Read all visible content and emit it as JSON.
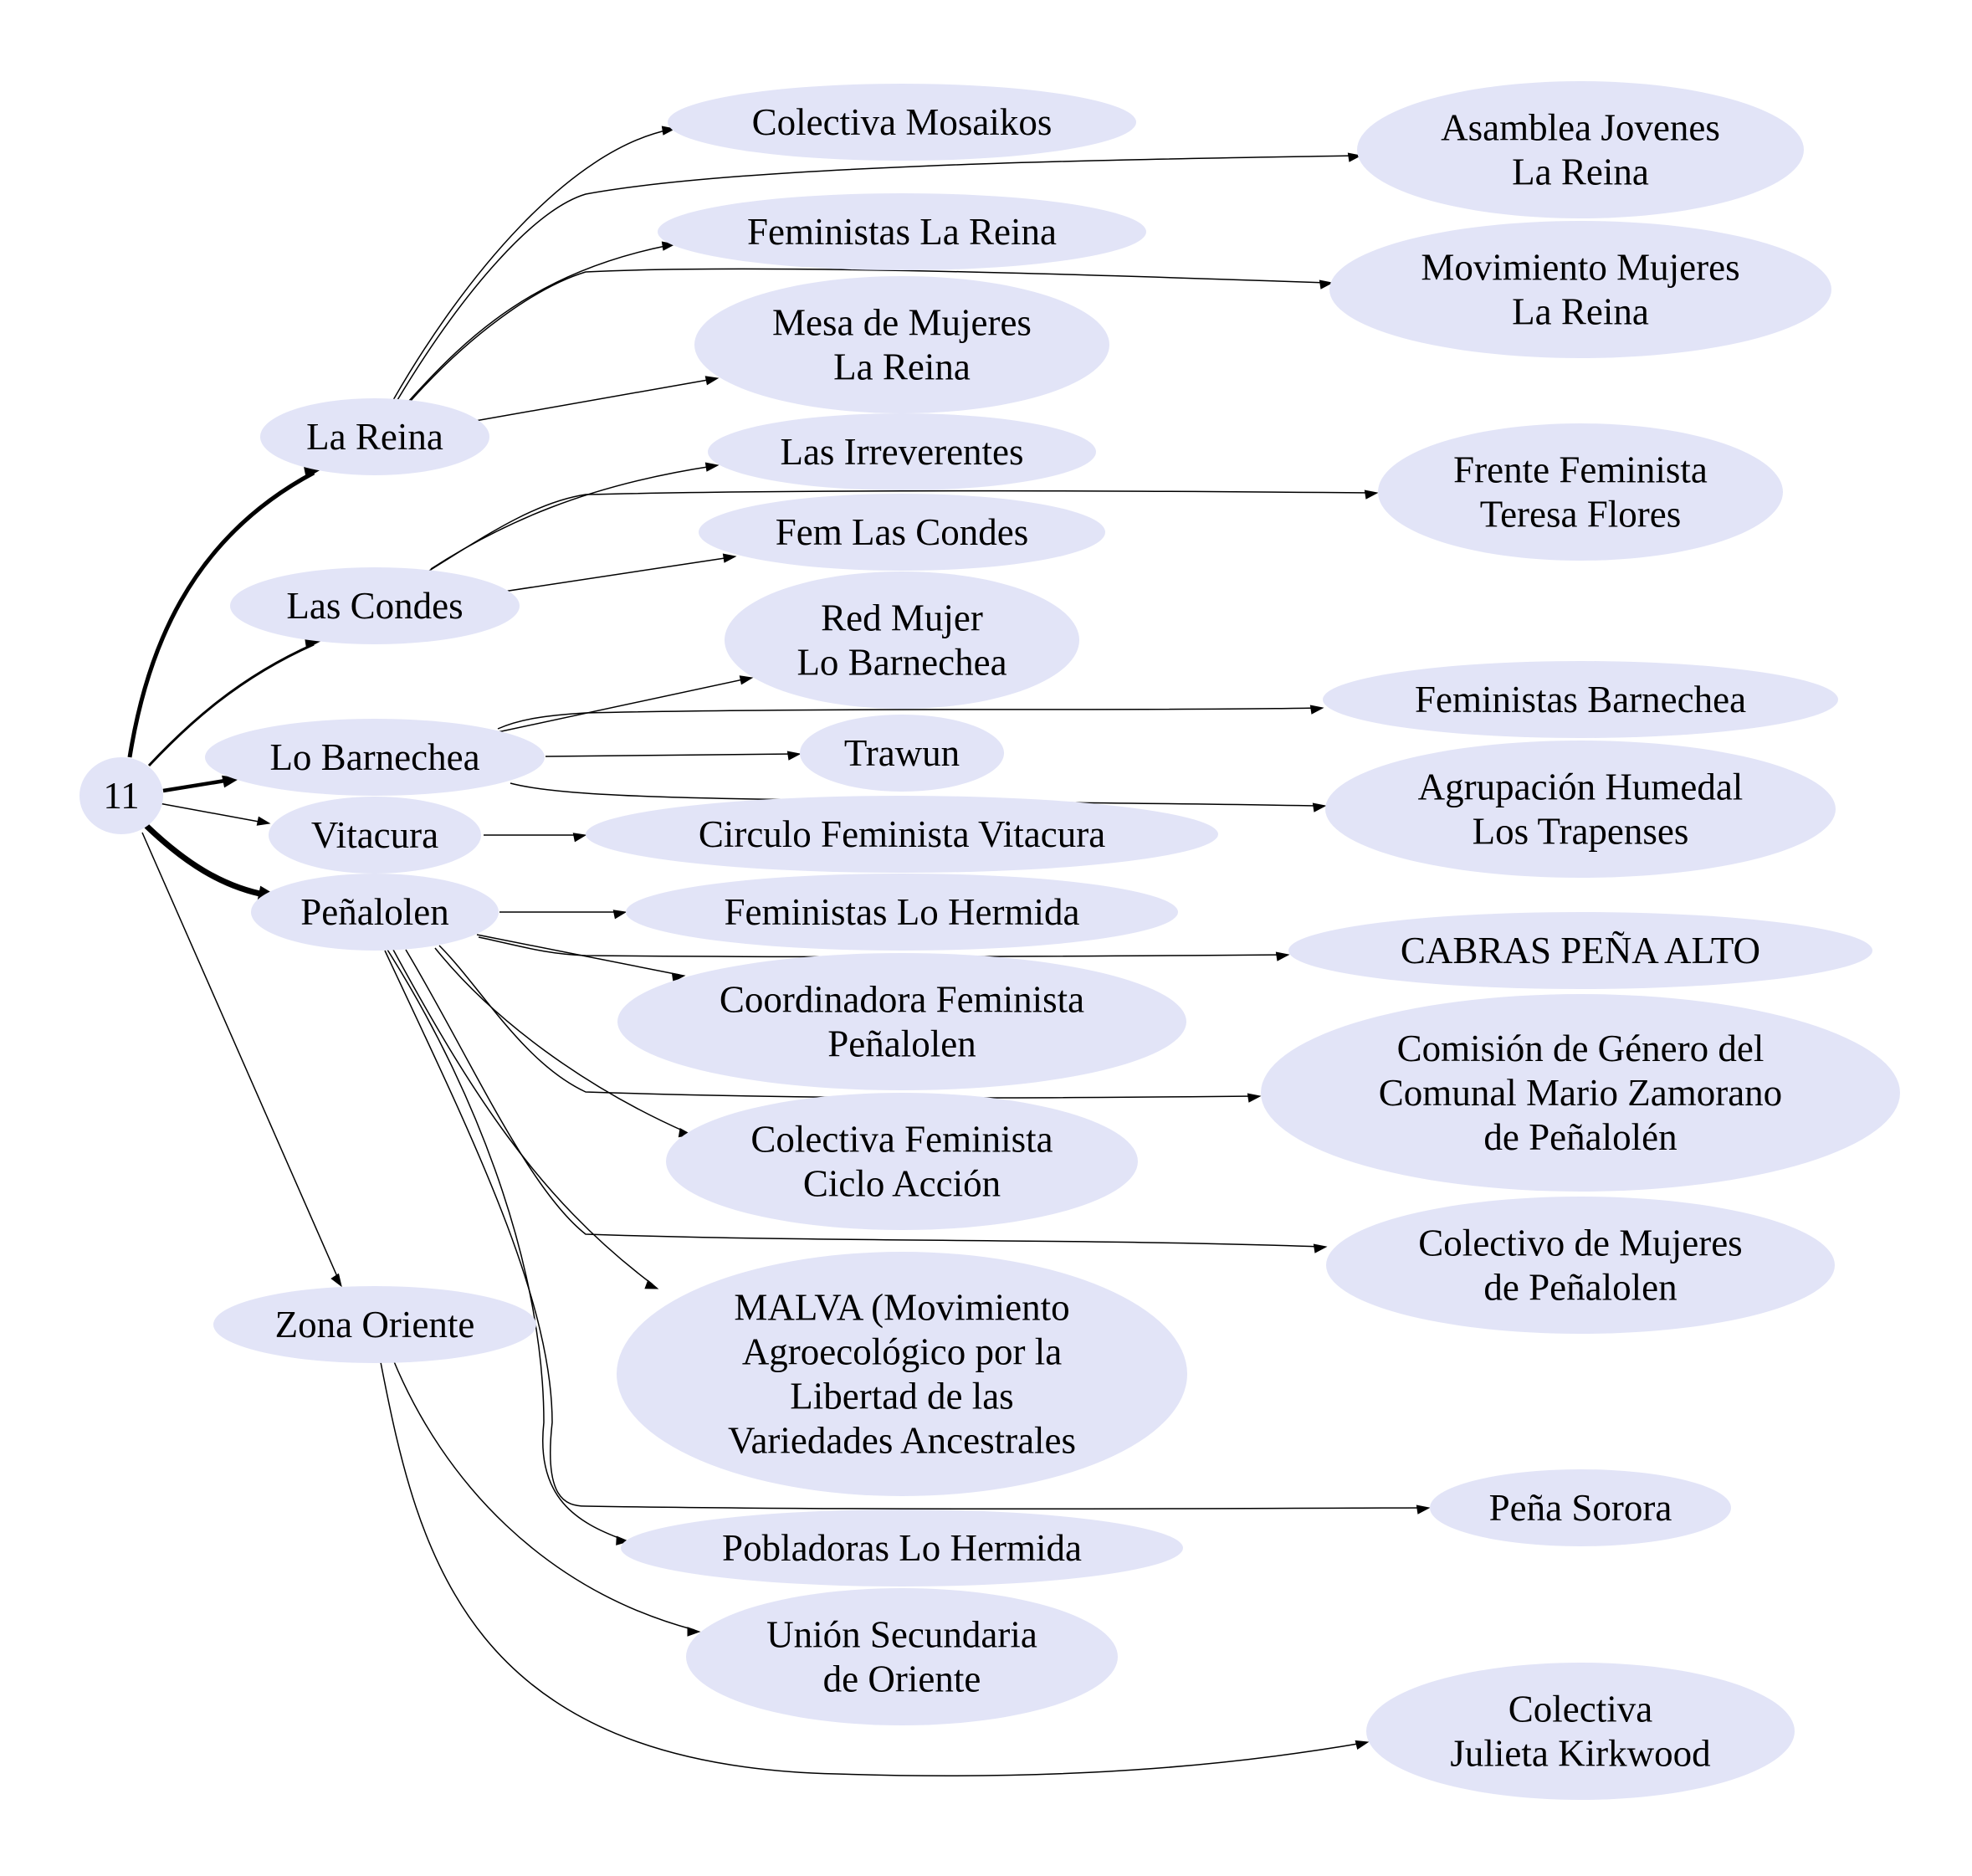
{
  "graph": {
    "node_color": "#e2e4f7",
    "edge_color": "#000000",
    "nodes": {
      "root": [
        "11"
      ],
      "la_reina": [
        "La Reina"
      ],
      "las_condes": [
        "Las Condes"
      ],
      "lo_barnechea": [
        "Lo Barnechea"
      ],
      "vitacura": [
        "Vitacura"
      ],
      "penalolen": [
        "Peñalolen"
      ],
      "zona_oriente": [
        "Zona Oriente"
      ],
      "colectiva_mosaikos": [
        "Colectiva Mosaikos"
      ],
      "asamblea_jovenes": [
        "Asamblea Jovenes",
        "La Reina"
      ],
      "feministas_la_reina": [
        "Feministas La Reina"
      ],
      "movimiento_mujeres": [
        "Movimiento Mujeres",
        "La Reina"
      ],
      "mesa_mujeres": [
        "Mesa de Mujeres",
        "La Reina"
      ],
      "las_irreverentes": [
        "Las Irreverentes"
      ],
      "frente_feminista": [
        "Frente Feminista",
        "Teresa Flores"
      ],
      "fem_las_condes": [
        "Fem Las Condes"
      ],
      "red_mujer": [
        "Red Mujer",
        "Lo Barnechea"
      ],
      "feministas_barnechea": [
        "Feministas Barnechea"
      ],
      "trawun": [
        "Trawun"
      ],
      "agrupacion_humedal": [
        "Agrupación Humedal",
        "Los Trapenses"
      ],
      "circulo_vitacura": [
        "Circulo Feminista Vitacura"
      ],
      "feministas_lo_hermida": [
        "Feministas Lo Hermida"
      ],
      "cabras": [
        "CABRAS PEÑA ALTO"
      ],
      "coordinadora": [
        "Coordinadora Feminista",
        "Peñalolen"
      ],
      "comision_genero": [
        "Comisión de Género del",
        "Comunal Mario Zamorano",
        "de Peñalolén"
      ],
      "colectiva_ciclo": [
        "Colectiva Feminista",
        "Ciclo Acción"
      ],
      "colectivo_mujeres": [
        "Colectivo de Mujeres",
        "de Peñalolen"
      ],
      "malva": [
        "MALVA (Movimiento",
        "Agroecológico por la",
        "Libertad de las",
        "Variedades Ancestrales"
      ],
      "pena_sorora": [
        "Peña Sorora"
      ],
      "pobladoras": [
        "Pobladoras Lo Hermida"
      ],
      "union_secundaria": [
        "Unión Secundaria",
        "de Oriente"
      ],
      "julieta": [
        "Colectiva",
        "Julieta Kirkwood"
      ]
    },
    "edges": [
      [
        "root",
        "la_reina"
      ],
      [
        "root",
        "las_condes"
      ],
      [
        "root",
        "lo_barnechea"
      ],
      [
        "root",
        "vitacura"
      ],
      [
        "root",
        "penalolen"
      ],
      [
        "root",
        "zona_oriente"
      ],
      [
        "la_reina",
        "colectiva_mosaikos"
      ],
      [
        "la_reina",
        "asamblea_jovenes"
      ],
      [
        "la_reina",
        "feministas_la_reina"
      ],
      [
        "la_reina",
        "movimiento_mujeres"
      ],
      [
        "la_reina",
        "mesa_mujeres"
      ],
      [
        "las_condes",
        "las_irreverentes"
      ],
      [
        "las_condes",
        "frente_feminista"
      ],
      [
        "las_condes",
        "fem_las_condes"
      ],
      [
        "lo_barnechea",
        "red_mujer"
      ],
      [
        "lo_barnechea",
        "feministas_barnechea"
      ],
      [
        "lo_barnechea",
        "trawun"
      ],
      [
        "lo_barnechea",
        "agrupacion_humedal"
      ],
      [
        "vitacura",
        "circulo_vitacura"
      ],
      [
        "penalolen",
        "feministas_lo_hermida"
      ],
      [
        "penalolen",
        "cabras"
      ],
      [
        "penalolen",
        "coordinadora"
      ],
      [
        "penalolen",
        "comision_genero"
      ],
      [
        "penalolen",
        "colectiva_ciclo"
      ],
      [
        "penalolen",
        "colectivo_mujeres"
      ],
      [
        "penalolen",
        "malva"
      ],
      [
        "penalolen",
        "pena_sorora"
      ],
      [
        "penalolen",
        "pobladoras"
      ],
      [
        "zona_oriente",
        "union_secundaria"
      ],
      [
        "zona_oriente",
        "julieta"
      ]
    ]
  }
}
